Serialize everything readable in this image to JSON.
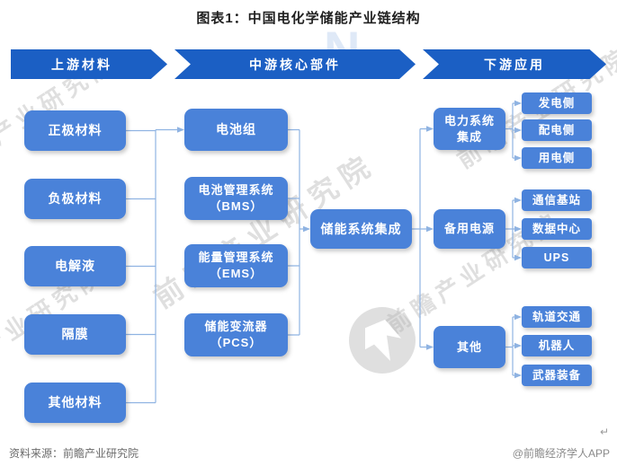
{
  "title": "图表1：中国电化学储能产业链结构",
  "stages": {
    "upstream": "上游材料",
    "midstream": "中游核心部件",
    "downstream": "下游应用"
  },
  "upstream_materials": [
    "正极材料",
    "负极材料",
    "电解液",
    "隔膜",
    "其他材料"
  ],
  "midstream_components": [
    {
      "line1": "电池组",
      "line2": ""
    },
    {
      "line1": "电池管理系统",
      "line2": "（BMS）"
    },
    {
      "line1": "能量管理系统",
      "line2": "（EMS）"
    },
    {
      "line1": "储能变流器",
      "line2": "（PCS）"
    }
  ],
  "integration": "储能系统集成",
  "downstream_groups": [
    {
      "line1": "电力系统",
      "line2": "集成",
      "children": [
        "发电侧",
        "配电侧",
        "用电侧"
      ]
    },
    {
      "line1": "备用电源",
      "line2": "",
      "children": [
        "通信基站",
        "数据中心",
        "UPS"
      ]
    },
    {
      "line1": "其他",
      "line2": "",
      "children": [
        "轨道交通",
        "机器人",
        "武器装备"
      ]
    }
  ],
  "footer": {
    "source": "资料来源：前瞻产业研究院",
    "credit": "@前瞻经济学人APP",
    "return_mark": "↵"
  },
  "watermark": {
    "text": "前瞻产业研究院",
    "letter_n": "N"
  },
  "colors": {
    "banner": "#1B5FC4",
    "box": "#4A82D9",
    "connector": "#8FB3E2"
  }
}
